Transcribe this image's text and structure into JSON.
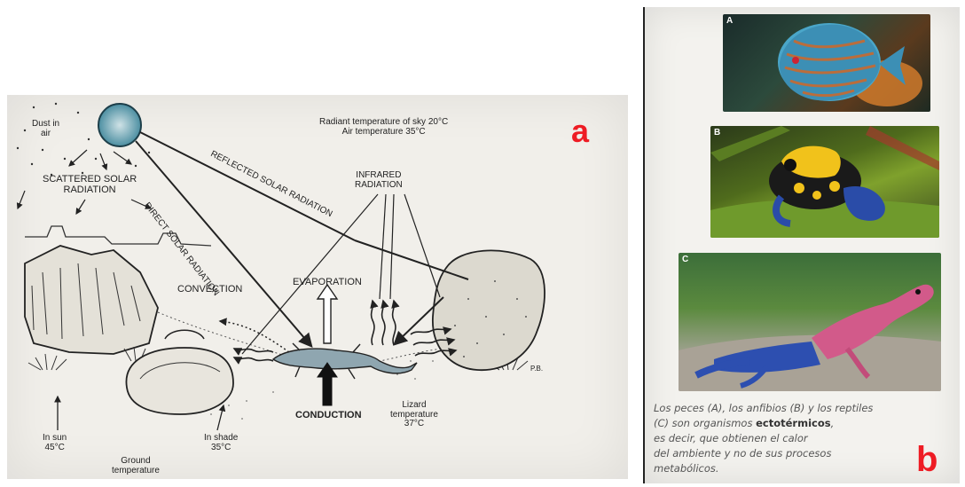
{
  "panel_a": {
    "label": "a",
    "sky_info": [
      "Radiant temperature of sky 20°C",
      "Air temperature 35°C"
    ],
    "dust": [
      "Dust in",
      "air"
    ],
    "scattered": [
      "SCATTERED SOLAR",
      "RADIATION"
    ],
    "direct": "DIRECT SOLAR RADIATION",
    "reflected": "REFLECTED SOLAR RADIATION",
    "infrared": [
      "INFRARED",
      "RADIATION"
    ],
    "convection": "CONVECTION",
    "evaporation": "EVAPORATION",
    "conduction": "CONDUCTION",
    "in_sun": [
      "In sun",
      "45°C"
    ],
    "in_shade": [
      "In shade",
      "35°C"
    ],
    "ground": [
      "Ground",
      "temperature"
    ],
    "lizard": [
      "Lizard",
      "temperature",
      "37°C"
    ],
    "signature": "P.B."
  },
  "panel_b": {
    "label": "b",
    "photos": [
      {
        "letter": "A",
        "subject": "fish"
      },
      {
        "letter": "B",
        "subject": "frog"
      },
      {
        "letter": "C",
        "subject": "lizard"
      }
    ],
    "caption": {
      "line1": "Los peces (A), los anfibios (B) y los reptiles",
      "line2_pre": "(C) son organismos ",
      "line2_bold": "ectotérmicos",
      "line2_post": ",",
      "line3": "es decir, que obtienen el calor",
      "line4": "del ambiente y no de sus procesos",
      "line5": "metabólicos."
    }
  }
}
